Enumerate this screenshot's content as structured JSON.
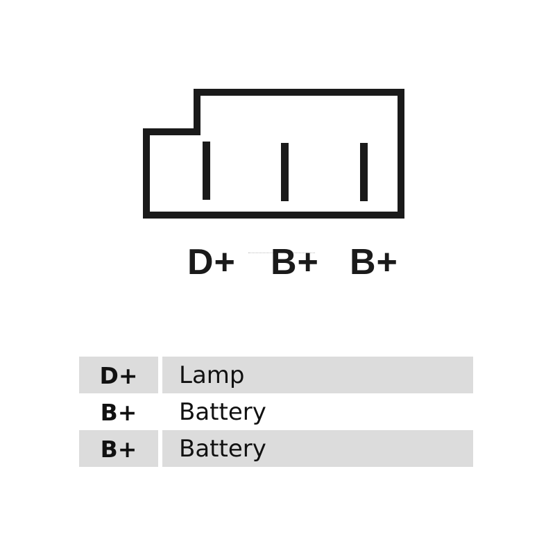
{
  "diagram": {
    "type": "alternator-connector-pinout",
    "pin_labels": [
      "D+",
      "B+",
      "B+"
    ]
  },
  "table": {
    "rows": [
      {
        "code": "D+",
        "description": "Lamp",
        "shaded": true
      },
      {
        "code": "B+",
        "description": "Battery",
        "shaded": false
      },
      {
        "code": "B+",
        "description": "Battery",
        "shaded": true
      }
    ]
  },
  "colors": {
    "outline": "#1a1a1a",
    "row_shade": "#dcdcdc",
    "background": "#ffffff"
  }
}
